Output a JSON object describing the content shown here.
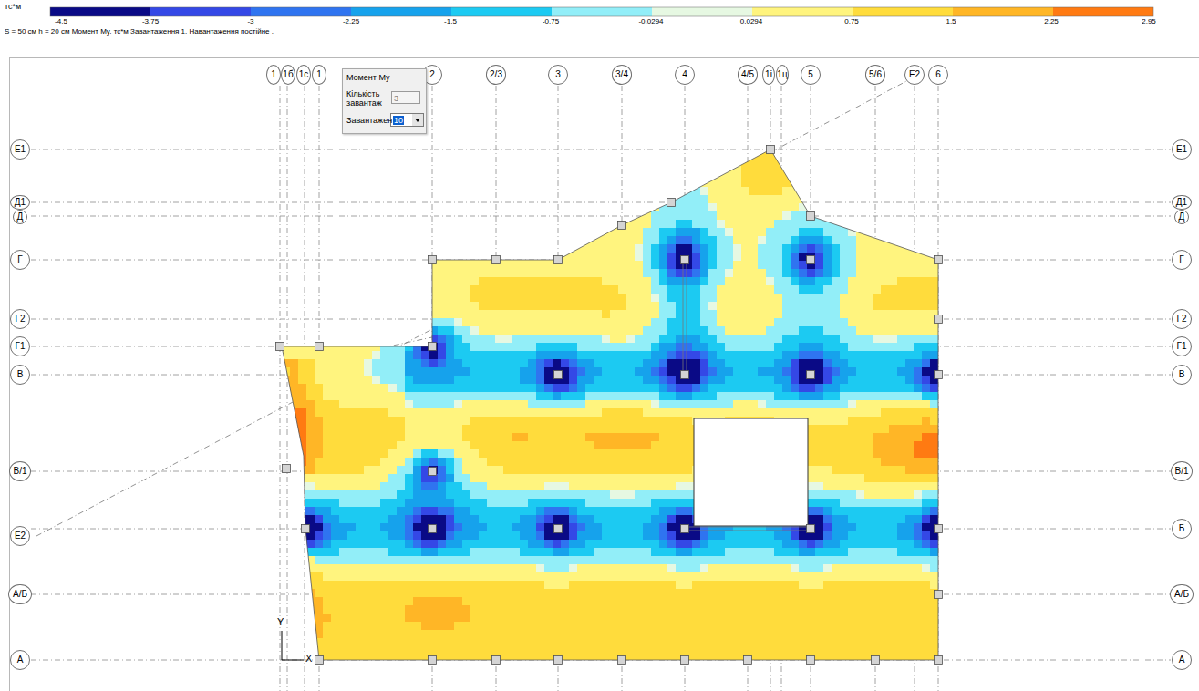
{
  "diagram": {
    "nodes": [
      {
        "text": [
          "1"
        ]
      },
      {
        "text": [
          "1б"
        ]
      },
      {
        "text": [
          "1с"
        ]
      },
      {
        "text": [
          "1"
        ]
      },
      {
        "text": [
          "2"
        ]
      },
      {
        "text": [
          "2/3"
        ]
      },
      {
        "text": [
          "3"
        ]
      },
      {
        "text": [
          "3/4"
        ]
      },
      {
        "text": [
          "4"
        ]
      },
      {
        "text": [
          "4/5"
        ]
      },
      {
        "text": [
          "1і"
        ]
      },
      {
        "text": [
          "1ц"
        ]
      },
      {
        "text": [
          "5"
        ]
      },
      {
        "text": [
          "5/6"
        ]
      },
      {
        "text": [
          "Е2"
        ]
      },
      {
        "text": [
          "6"
        ]
      },
      {
        "text": [
          "Момент My",
          "Кількість завантаж",
          "3",
          "Завантажен",
          "10"
        ]
      },
      {
        "text": [
          "Е1"
        ]
      },
      {
        "text": [
          "Д1"
        ]
      },
      {
        "text": [
          "Д"
        ]
      },
      {
        "text": [
          "Г"
        ]
      },
      {
        "text": [
          "Г2"
        ]
      },
      {
        "text": [
          "Г1"
        ]
      },
      {
        "text": [
          "В"
        ]
      },
      {
        "text": [
          "В/1"
        ]
      },
      {
        "text": [
          "Е2"
        ]
      },
      {
        "text": [
          "А/Б"
        ]
      },
      {
        "text": [
          "А"
        ]
      },
      {
        "text": [
          "Е1"
        ]
      },
      {
        "text": [
          "Д1"
        ]
      },
      {
        "text": [
          "Д"
        ]
      },
      {
        "text": [
          "Г"
        ]
      },
      {
        "text": [
          "Г2"
        ]
      },
      {
        "text": [
          "Г1"
        ]
      },
      {
        "text": [
          "В"
        ]
      },
      {
        "text": [
          "В/1"
        ]
      },
      {
        "text": [
          "Б"
        ]
      },
      {
        "text": [
          "А/Б"
        ]
      },
      {
        "text": [
          "А"
        ]
      }
    ],
    "labels": [
      "тс*м",
      "-4.5",
      "-3.75",
      "-3",
      "-2.25",
      "-1.5",
      "-0.75",
      "-0.0294",
      "0.0294",
      "0.75",
      "1.5",
      "2.25",
      "2.95",
      "S = 50 см  h = 20 см  Момент My. тс*м  Завантаження 1.   Навантаження постійне .",
      "Y",
      "X"
    ]
  }
}
